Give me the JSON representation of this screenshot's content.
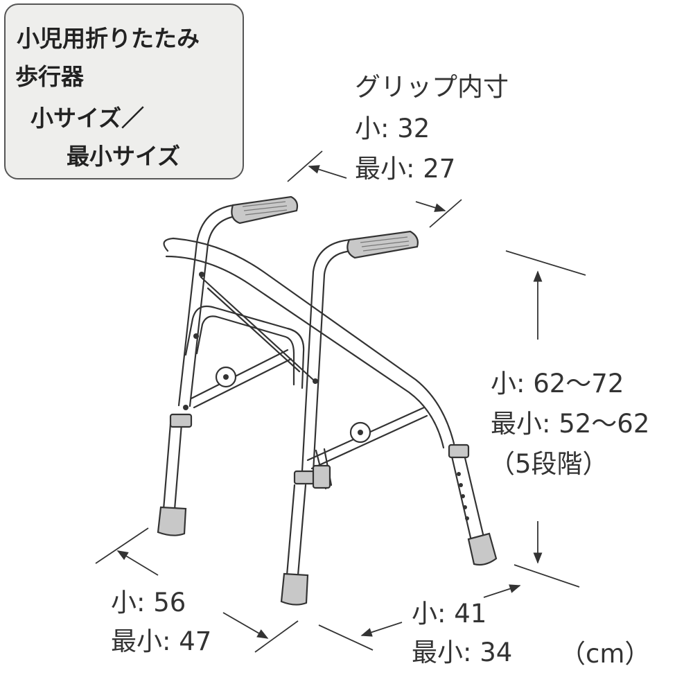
{
  "title": {
    "line1": "小児用折りたたみ",
    "line2": "歩行器",
    "line3": "小サイズ／",
    "line4": "最小サイズ"
  },
  "grip": {
    "label": "グリップ内寸",
    "small": "小: 32",
    "smallest": "最小: 27"
  },
  "height": {
    "small": "小: 62〜72",
    "smallest": "最小: 52〜62",
    "note": "（5段階）"
  },
  "width": {
    "small": "小: 56",
    "smallest": "最小: 47"
  },
  "depth": {
    "small": "小: 41",
    "smallest": "最小: 34"
  },
  "unit": "（cm）",
  "colors": {
    "title_box_fill": "#eeeeec",
    "line": "#333333",
    "rubber": "#c8c8c8"
  }
}
